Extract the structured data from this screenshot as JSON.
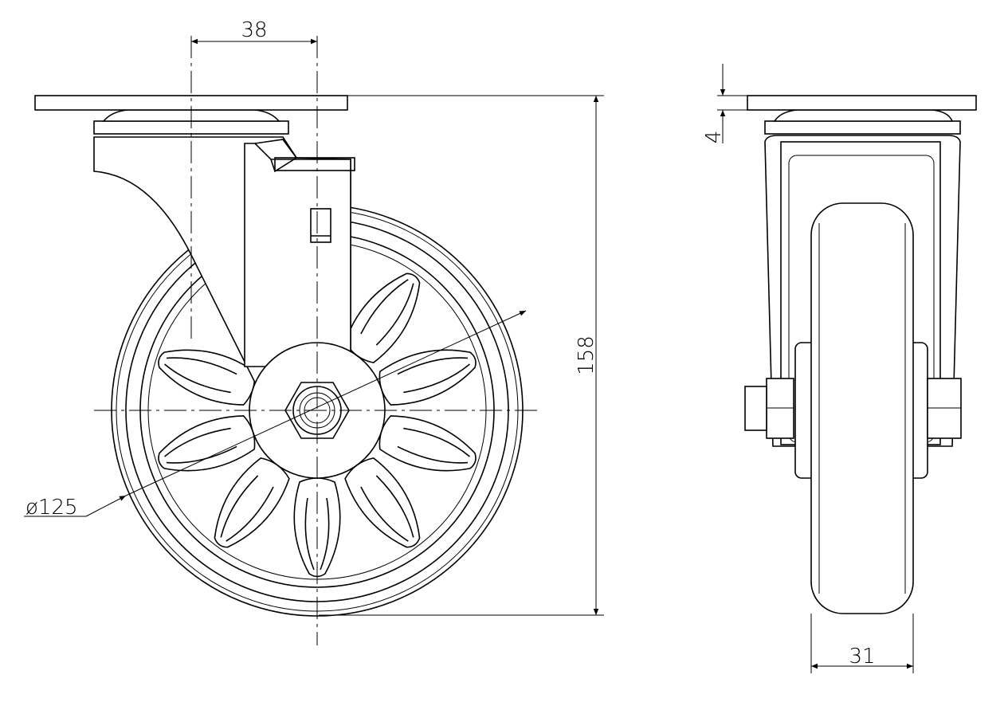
{
  "drawing": {
    "title": "Swivel caster technical drawing",
    "dimensions": {
      "offset": "38",
      "total_height": "158",
      "wheel_diameter": "ø125",
      "plate_thickness": "4",
      "wheel_width": "31"
    },
    "line_color": "#000000",
    "background": "#ffffff"
  }
}
